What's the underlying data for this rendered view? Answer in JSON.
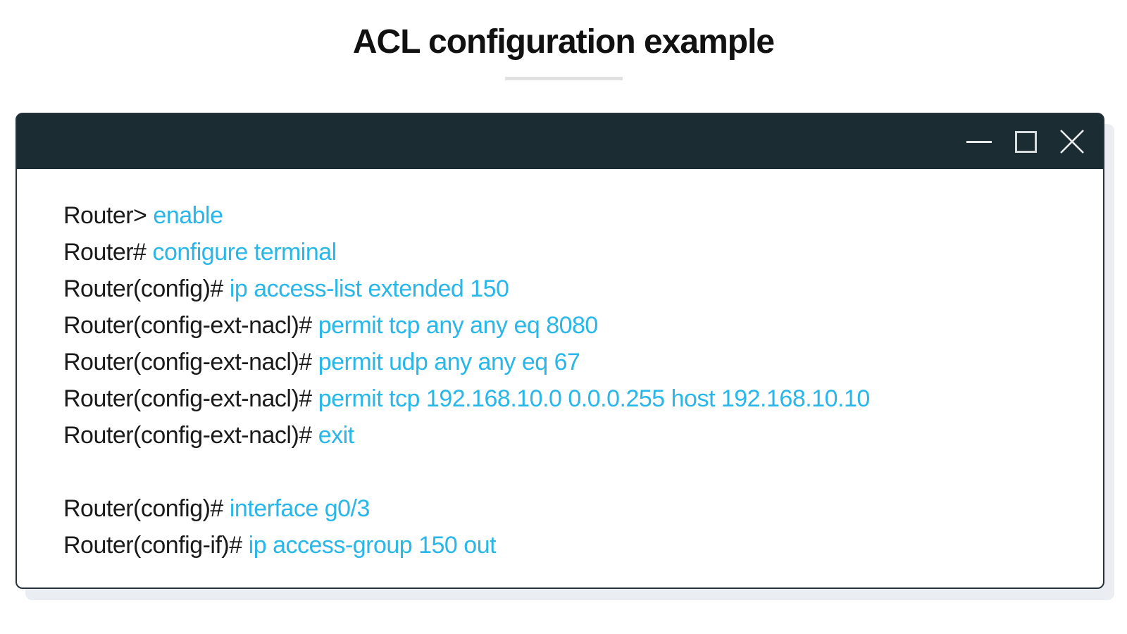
{
  "page": {
    "title": "ACL configuration example"
  },
  "colors": {
    "accent_command": "#29b6e8",
    "prompt_text": "#1a1a1a",
    "titlebar_background": "#1b2c33",
    "window_border": "#25323c",
    "window_shadow": "#eaedf1",
    "divider": "#e1e1e1",
    "control_icons": "#e7e9ea"
  },
  "window": {
    "controls": {
      "minimize_icon": "minimize-icon",
      "maximize_icon": "maximize-icon",
      "close_icon": "close-icon"
    }
  },
  "terminal": {
    "lines": [
      {
        "prompt": "Router>",
        "command": "enable"
      },
      {
        "prompt": "Router#",
        "command": "configure terminal"
      },
      {
        "prompt": "Router(config)#",
        "command": "ip access-list extended 150"
      },
      {
        "prompt": "Router(config-ext-nacl)#",
        "command": "permit tcp any any eq 8080"
      },
      {
        "prompt": "Router(config-ext-nacl)#",
        "command": "permit udp any any eq 67"
      },
      {
        "prompt": "Router(config-ext-nacl)#",
        "command": "permit tcp 192.168.10.0 0.0.0.255 host 192.168.10.10"
      },
      {
        "prompt": "Router(config-ext-nacl)#",
        "command": "exit"
      },
      {
        "prompt": "",
        "command": ""
      },
      {
        "prompt": "Router(config)#",
        "command": "interface g0/3"
      },
      {
        "prompt": "Router(config-if)#",
        "command": "ip access-group 150 out"
      }
    ]
  }
}
